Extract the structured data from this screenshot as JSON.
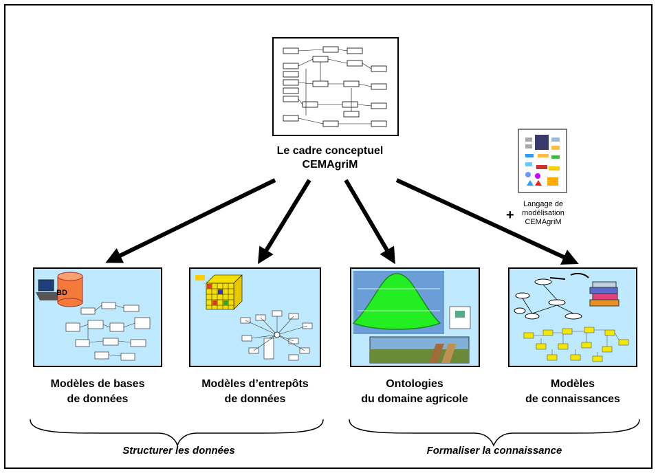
{
  "central": {
    "line1": "Le cadre conceptuel",
    "line2": "CEMAgriM"
  },
  "language": {
    "line1": "Langage de",
    "line2": "modélisation",
    "line3": "CEMAgriM",
    "plus": "+"
  },
  "panels": [
    {
      "line1": "Modèles de bases",
      "line2": "de données",
      "badge": "BD"
    },
    {
      "line1": "Modèles d’entrepôts",
      "line2": "de données"
    },
    {
      "line1": "Ontologies",
      "line2": "du domaine agricole"
    },
    {
      "line1": "Modèles",
      "line2": "de connaissances"
    }
  ],
  "groups": {
    "left": "Structurer les données",
    "right": "Formaliser la connaissance"
  },
  "colors": {
    "panel_bg": "#bfe9ff",
    "cube_yellow": "#f4e000",
    "ontology_green": "#22ee22",
    "db_orange": "#f47a3a"
  }
}
